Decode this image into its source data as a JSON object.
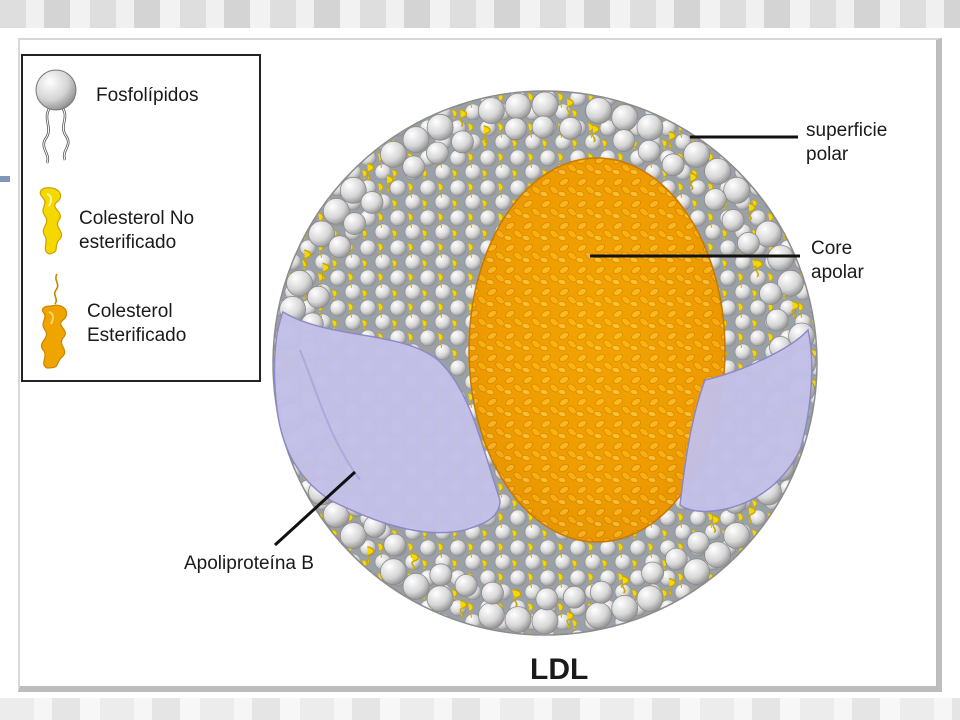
{
  "legend": {
    "items": [
      {
        "label": "Fosfolípidos",
        "icon": "phospholipid-icon"
      },
      {
        "label": "Colesterol No\nesterificado",
        "icon": "free-cholesterol-icon"
      },
      {
        "label": "Colesterol\nEsterificado",
        "icon": "esterified-cholesterol-icon"
      }
    ]
  },
  "labels": {
    "surface": "superficie\npolar",
    "core": "Core\napolar",
    "apo": "Apoliproteína B",
    "title": "LDL"
  },
  "colors": {
    "phospholipid_head": "#d4d4d4",
    "free_cholesterol": "#f5d800",
    "esterified_core": "#f0a400",
    "core_dark": "#d98a00",
    "apoprotein": "#c3c0e8",
    "apoprotein_edge": "#8c88c8",
    "tail_gray": "#9a9ea6"
  }
}
